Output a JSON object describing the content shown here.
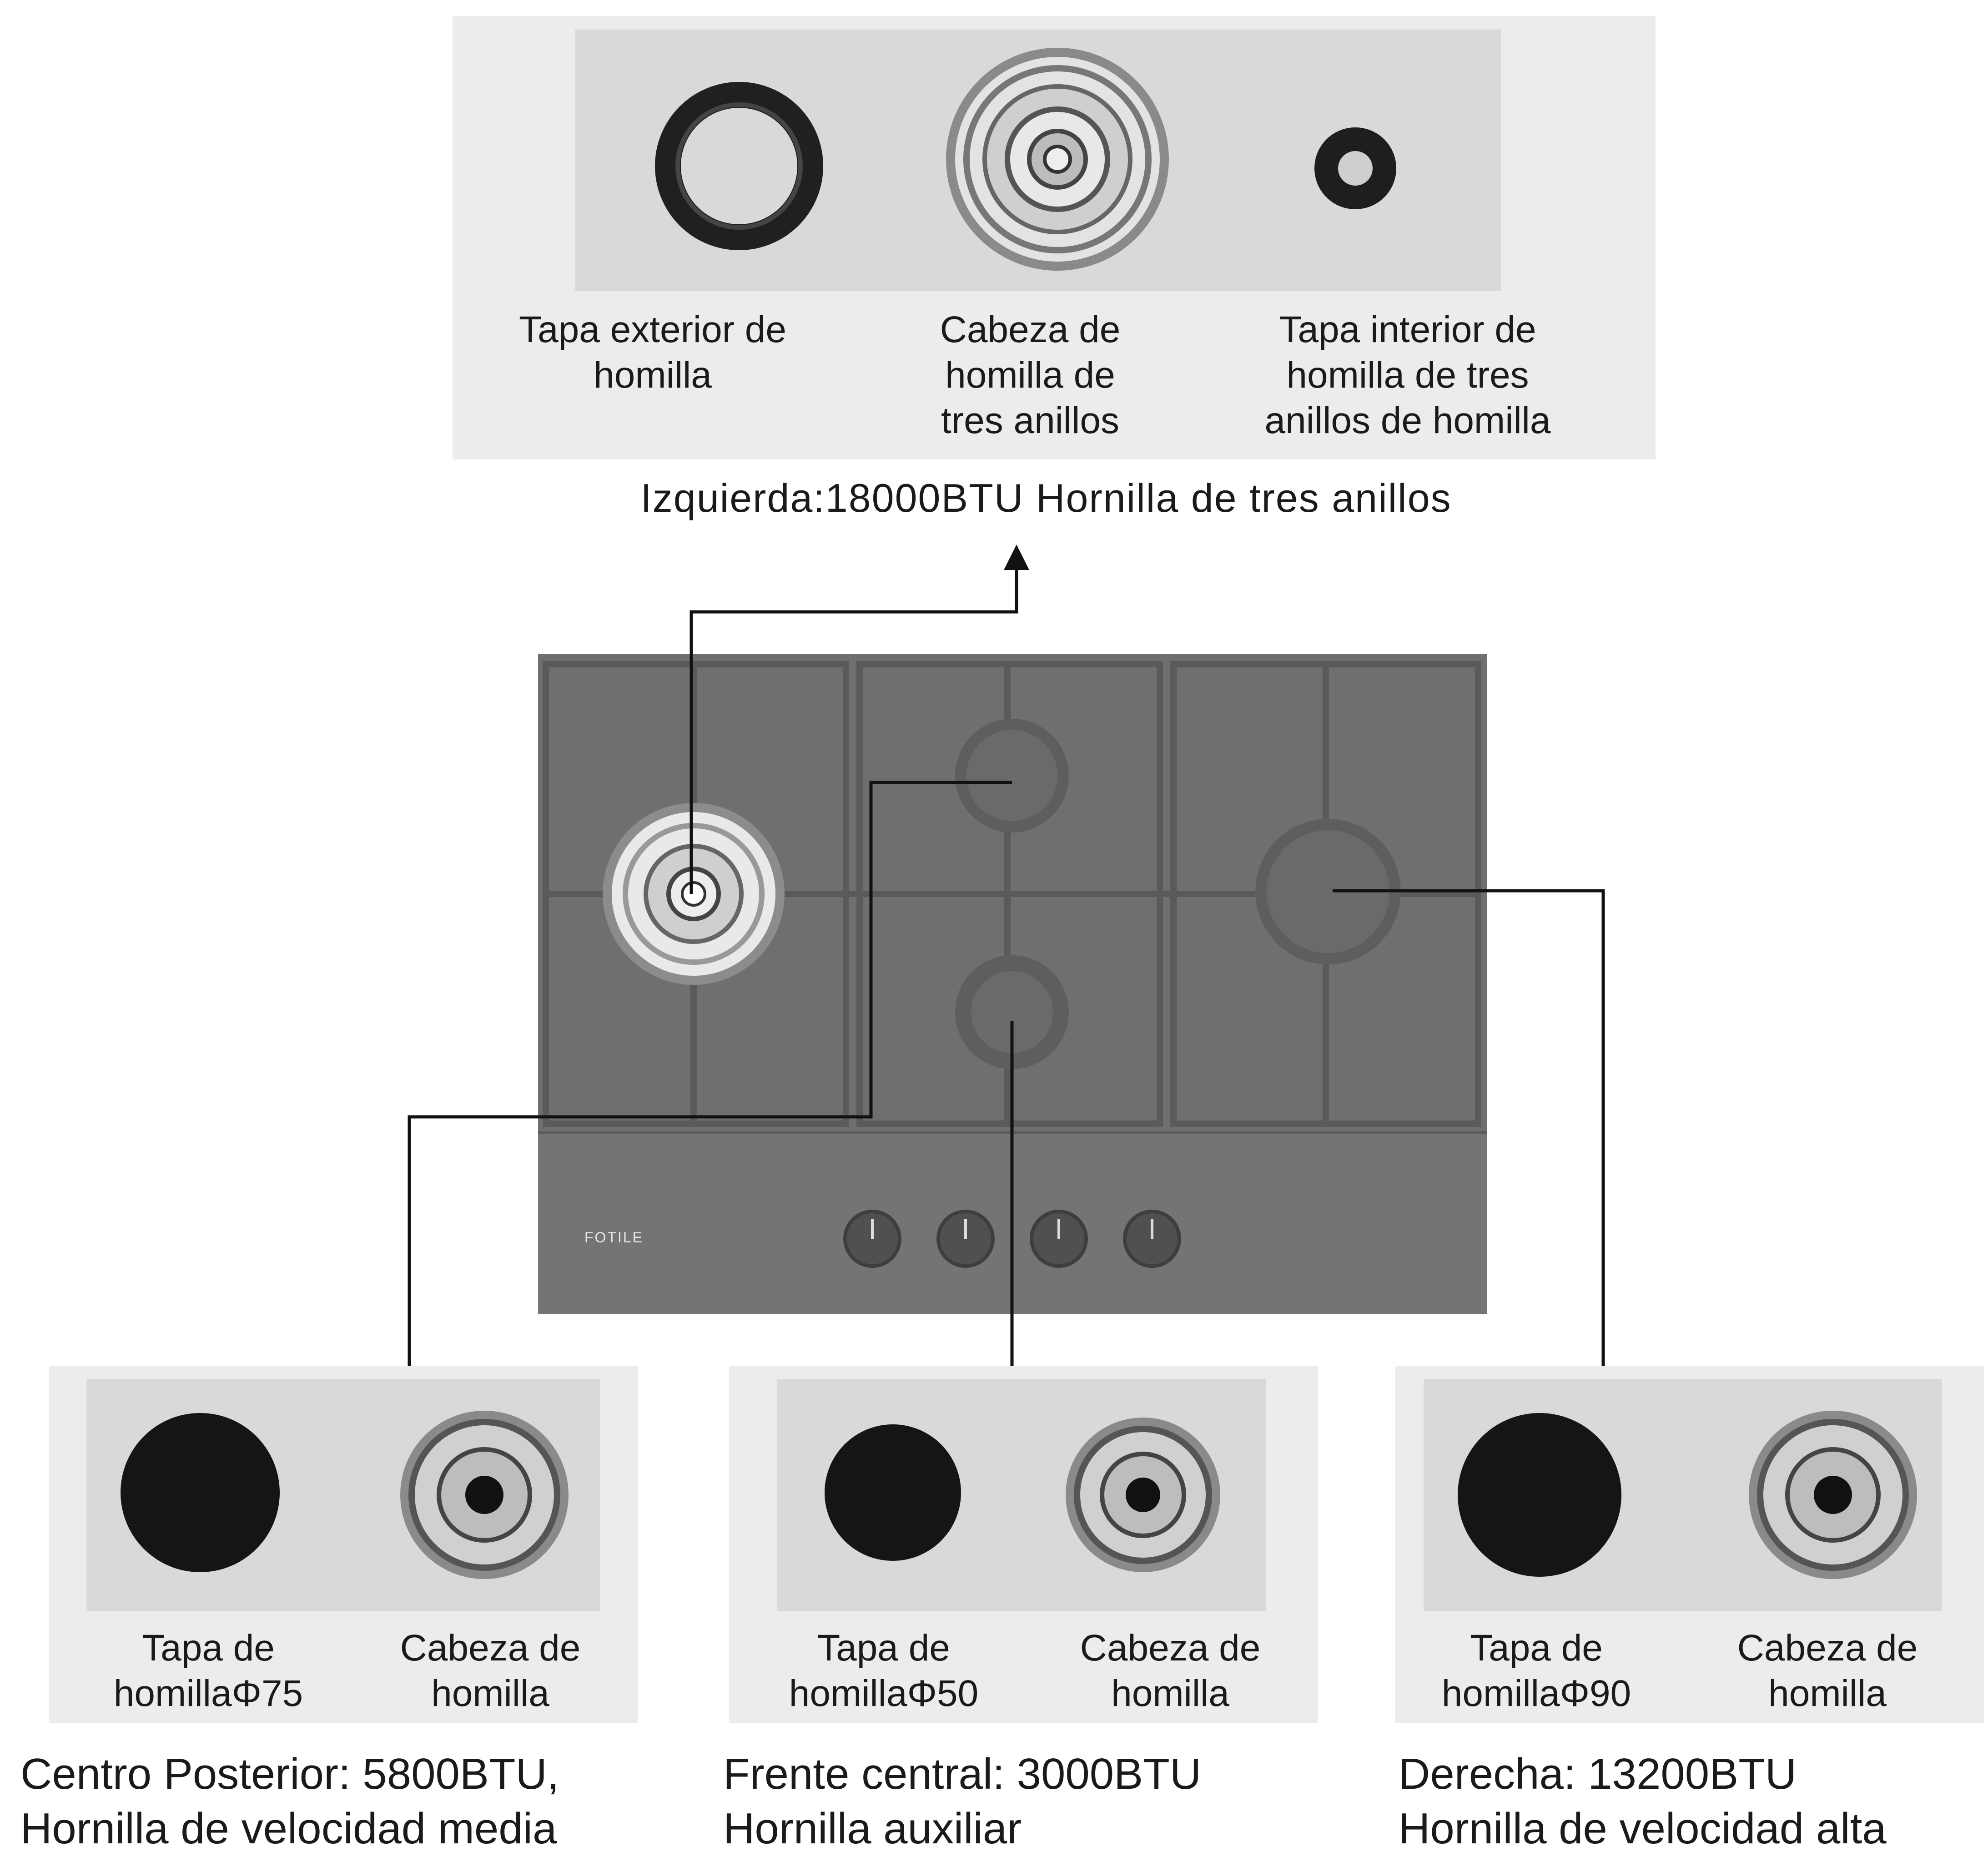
{
  "top": {
    "parts": [
      {
        "label": "Tapa exterior de homilla",
        "line1": "Tapa exterior de",
        "line2": "homilla"
      },
      {
        "label": "Cabeza de homilla de tres anillos",
        "line1": "Cabeza de",
        "line2": "homilla de",
        "line3": "tres anillos"
      },
      {
        "label": "Tapa interior de homilla de tres anillos de homilla",
        "line1": "Tapa interior de",
        "line2": "homilla de tres",
        "line3": "anillos de homilla"
      }
    ],
    "caption": "Izquierda:18000BTU Hornilla de tres anillos"
  },
  "hob": {
    "brand": "FOTILE"
  },
  "bottom": [
    {
      "cap_line1": "Tapa de",
      "cap_line2": "homillaΦ75",
      "head_line1": "Cabeza de",
      "head_line2": "homilla",
      "caption_line1": "Centro Posterior: 5800BTU,",
      "caption_line2": "Hornilla de velocidad media"
    },
    {
      "cap_line1": "Tapa de",
      "cap_line2": "homillaΦ50",
      "head_line1": "Cabeza de",
      "head_line2": "homilla",
      "caption_line1": "Frente central: 3000BTU",
      "caption_line2": "Hornilla auxiliar"
    },
    {
      "cap_line1": "Tapa de",
      "cap_line2": "homillaΦ90",
      "head_line1": "Cabeza de",
      "head_line2": "homilla",
      "caption_line1": "Derecha: 13200BTU",
      "caption_line2": "Hornilla de velocidad alta"
    }
  ],
  "colors": {
    "panel": "#ececec",
    "hob_body": "#6f6f71",
    "connector": "#111111"
  }
}
